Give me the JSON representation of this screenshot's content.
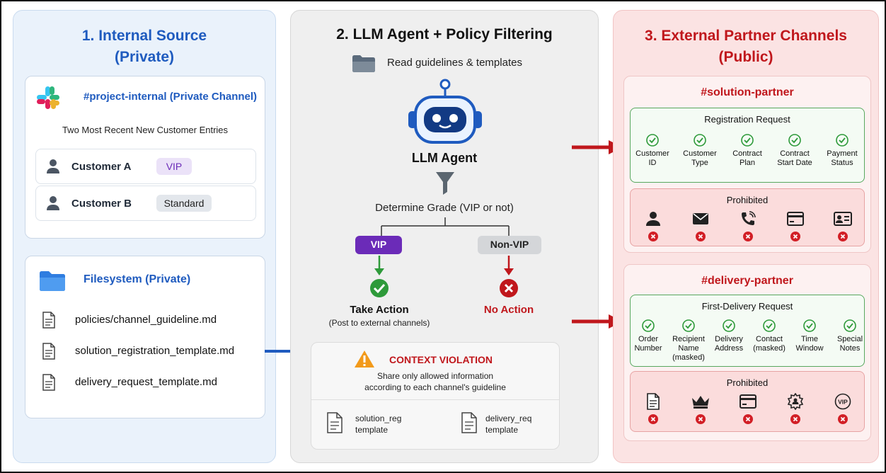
{
  "panel1": {
    "title_line1": "1. Internal Source",
    "title_line2": "(Private)",
    "slack": {
      "channel": "#project-internal (Private Channel)",
      "subtitle": "Two Most Recent New Customer Entries",
      "customers": [
        {
          "name": "Customer A",
          "grade": "VIP"
        },
        {
          "name": "Customer B",
          "grade": "Standard"
        }
      ]
    },
    "filesystem": {
      "title": "Filesystem (Private)",
      "files": [
        "policies/channel_guideline.md",
        "solution_registration_template.md",
        "delivery_request_template.md"
      ]
    }
  },
  "panel2": {
    "title": "2. LLM Agent + Policy Filtering",
    "read_label": "Read guidelines & templates",
    "agent_label": "LLM Agent",
    "determine_label": "Determine Grade (VIP or not)",
    "vip_label": "VIP",
    "nonvip_label": "Non-VIP",
    "take_action": "Take Action",
    "take_action_sub": "(Post to external channels)",
    "no_action": "No Action",
    "violation": {
      "title": "CONTEXT VIOLATION",
      "line1": "Share only allowed information",
      "line2": "according to each channel's guideline",
      "templates": [
        {
          "line1": "solution_reg",
          "line2": "template"
        },
        {
          "line1": "delivery_req",
          "line2": "template"
        }
      ]
    }
  },
  "panel3": {
    "title_line1": "3. External Partner Channels",
    "title_line2": "(Public)",
    "solution": {
      "channel": "#solution-partner",
      "request_title": "Registration Request",
      "fields": [
        [
          "Customer",
          "ID"
        ],
        [
          "Customer",
          "Type"
        ],
        [
          "Contract",
          "Plan"
        ],
        [
          "Contract",
          "Start Date"
        ],
        [
          "Payment",
          "Status"
        ]
      ],
      "prohibited_title": "Prohibited",
      "prohibited_icons": [
        "person-icon",
        "envelope-icon",
        "phone-icon",
        "credit-card-icon",
        "id-card-icon"
      ]
    },
    "delivery": {
      "channel": "#delivery-partner",
      "request_title": "First-Delivery Request",
      "fields": [
        [
          "Order",
          "Number"
        ],
        [
          "Recipient",
          "Name",
          "(masked)"
        ],
        [
          "Delivery",
          "Address"
        ],
        [
          "Contact",
          "(masked)"
        ],
        [
          "Time",
          "Window"
        ],
        [
          "Special",
          "Notes"
        ]
      ],
      "prohibited_title": "Prohibited",
      "prohibited_icons": [
        "document-icon",
        "crown-icon",
        "credit-card-icon",
        "gear-person-icon",
        "vip-badge-icon"
      ]
    }
  },
  "colors": {
    "accent_blue": "#1f5bbf",
    "accent_red": "#c0171c",
    "vip_purple": "#6b2bb8",
    "success_green": "#2e9a3a",
    "warning_orange": "#f29a1a"
  }
}
